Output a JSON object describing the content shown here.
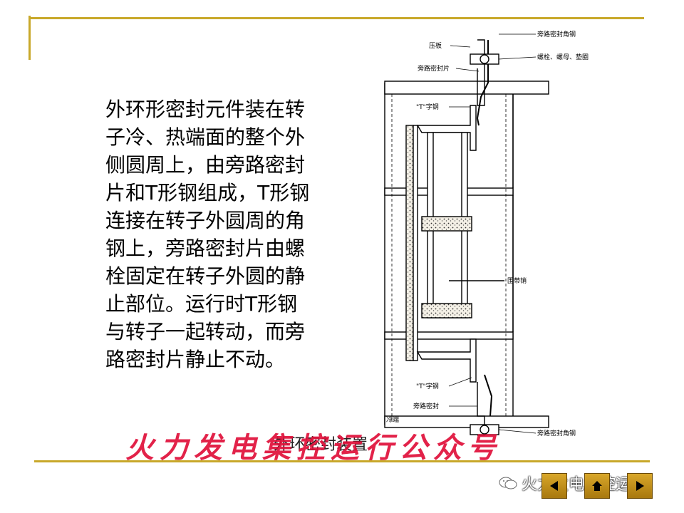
{
  "body": {
    "lines": [
      "外环形密封元件装在转",
      "子冷、热端面的整个外",
      "侧圆周上，由旁路密封",
      "片和T形钢组成，T形钢",
      "连接在转子外圆周的角",
      "钢上，旁路密封片由螺",
      "栓固定在转子外圆的静",
      "止部位。运行时T形钢",
      "与转子一起转动，而旁",
      "路密封片静止不动。"
    ]
  },
  "diagram": {
    "labels": {
      "top_angle": "旁路密封角钢",
      "press_plate": "压板",
      "bolt": "螺栓、螺母、垫圈",
      "bypass_piece": "旁路密封片",
      "t_steel_top": "\"T\"字钢",
      "pin": "围带销",
      "t_steel_bottom": "\"T\"字钢",
      "bypass_seal": "旁路密封",
      "cold_end": "冷端",
      "bottom_angle": "旁路密封角钢"
    }
  },
  "caption": "外环密封装置",
  "watermark": "火力发电集控运行公众号",
  "wechat": {
    "name": "火力发电集控运行"
  },
  "colors": {
    "frame": "#c8a82a",
    "watermark": "#e0103a",
    "nav": "#c08b18"
  }
}
